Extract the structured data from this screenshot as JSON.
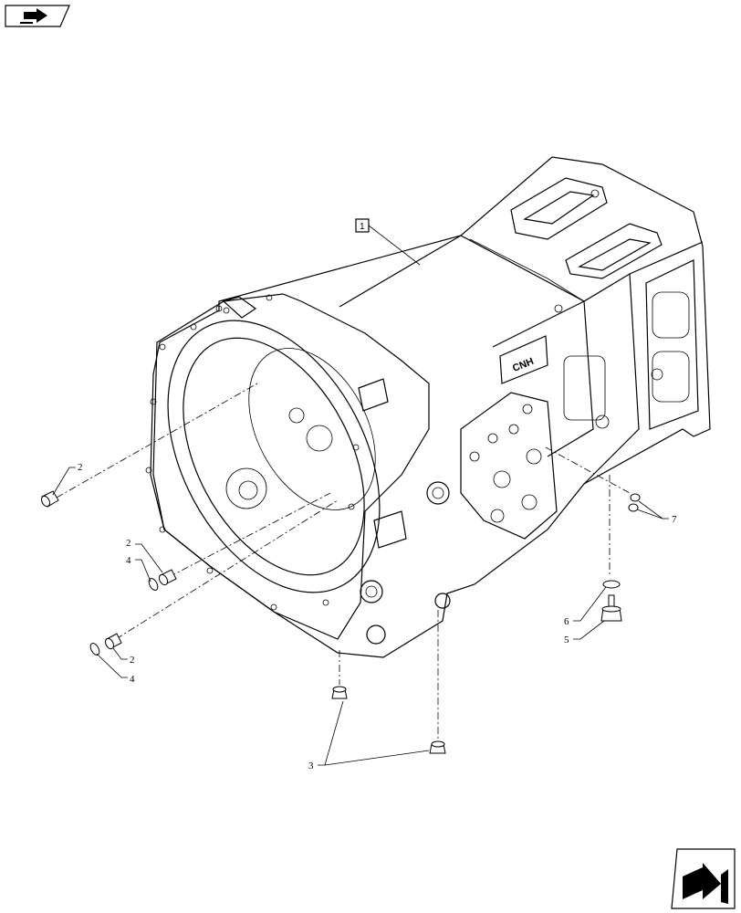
{
  "diagram": {
    "main_callout": "1",
    "callouts": {
      "c2a": "2",
      "c2b": "2",
      "c2c": "2",
      "c3": "3",
      "c4a": "4",
      "c4b": "4",
      "c5": "5",
      "c6": "6",
      "c7": "7"
    },
    "housing_logo": "CNH"
  },
  "icons": {
    "top_left": "book-arrow-icon",
    "bottom_right": "exit-arrow-icon"
  }
}
